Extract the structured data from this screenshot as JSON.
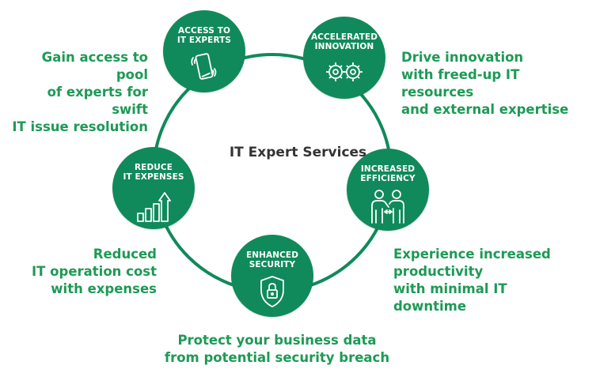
{
  "title": "IT Expert Services",
  "colors": {
    "node": "#108a5a",
    "ring": "#108a5a",
    "text_accent": "#1d9a55",
    "title": "#333333"
  },
  "nodes": [
    {
      "id": "access",
      "label": "ACCESS TO\nIT EXPERTS",
      "icon": "smartphone-icon",
      "description": "Gain access to pool\nof experts for swift\nIT issue resolution"
    },
    {
      "id": "innovation",
      "label": "ACCELERATED\nINNOVATION",
      "icon": "gears-icon",
      "description": "Drive innovation\nwith freed-up IT resources\nand external expertise"
    },
    {
      "id": "efficiency",
      "label": "INCREASED\nEFFICIENCY",
      "icon": "collaboration-icon",
      "description": "Experience increased\nproductivity\nwith minimal IT downtime"
    },
    {
      "id": "security",
      "label": "ENHANCED\nSECURITY",
      "icon": "shield-lock-icon",
      "description": "Protect your business data\nfrom potential security breach"
    },
    {
      "id": "expenses",
      "label": "REDUCE\nIT EXPENSES",
      "icon": "bar-chart-growth-icon",
      "description": "Reduced\nIT operation cost\nwith expenses"
    }
  ]
}
